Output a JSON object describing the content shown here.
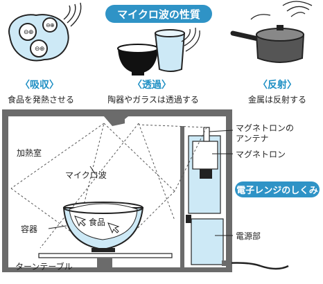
{
  "header": {
    "title": "マイクロ波の性質"
  },
  "properties": [
    {
      "title": "〈吸収〉",
      "desc": "食品を発熱させる"
    },
    {
      "title": "〈透過〉",
      "desc": "陶器やガラスは透過する"
    },
    {
      "title": "〈反射〉",
      "desc": "金属は反射する"
    }
  ],
  "diagram": {
    "section_title": "電子レンジのしくみ",
    "labels": {
      "chamber": "加熱室",
      "microwave": "マイクロ波",
      "container": "容器",
      "food": "食品",
      "turntable": "ターンテーブル",
      "antenna_line1": "マグネトロンの",
      "antenna_line2": "アンテナ",
      "magnetron": "マグネトロン",
      "power": "電源部"
    }
  },
  "colors": {
    "accent": "#2f93c6",
    "light_blue": "#cde9f6",
    "wall_gray": "#6b6b6b",
    "text": "#222222"
  }
}
